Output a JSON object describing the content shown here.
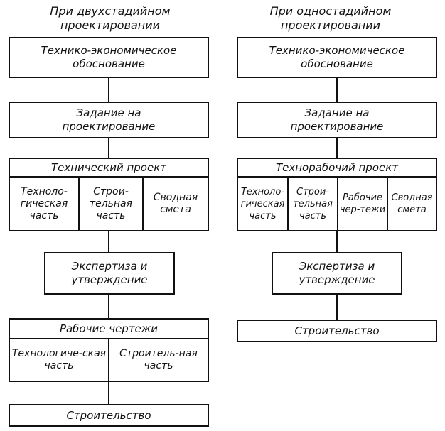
{
  "left": {
    "heading": "При двухстадийном проектировании",
    "teo": "Технико-экономическое обоснование",
    "zadanie": "Задание на проектирование",
    "tech_project": {
      "title": "Технический проект",
      "parts": [
        "Техноло-гическая часть",
        "Строи-тельная часть",
        "Сводная смета"
      ]
    },
    "expertise": "Экспертиза и утверждение",
    "working_drawings": {
      "title": "Рабочие чертежи",
      "parts": [
        "Технологиче-ская часть",
        "Строитель-ная часть"
      ]
    },
    "construction": "Строительство"
  },
  "right": {
    "heading": "При одностадийном проектировании",
    "teo": "Технико-экономическое обоснование",
    "zadanie": "Задание на проектирование",
    "tech_work_project": {
      "title": "Технорабочий проект",
      "parts": [
        "Техноло-гическая часть",
        "Строи-тельная часть",
        "Рабочие чер-тежи",
        "Сводная смета"
      ]
    },
    "expertise": "Экспертиза и утверждение",
    "construction": "Строительство"
  }
}
